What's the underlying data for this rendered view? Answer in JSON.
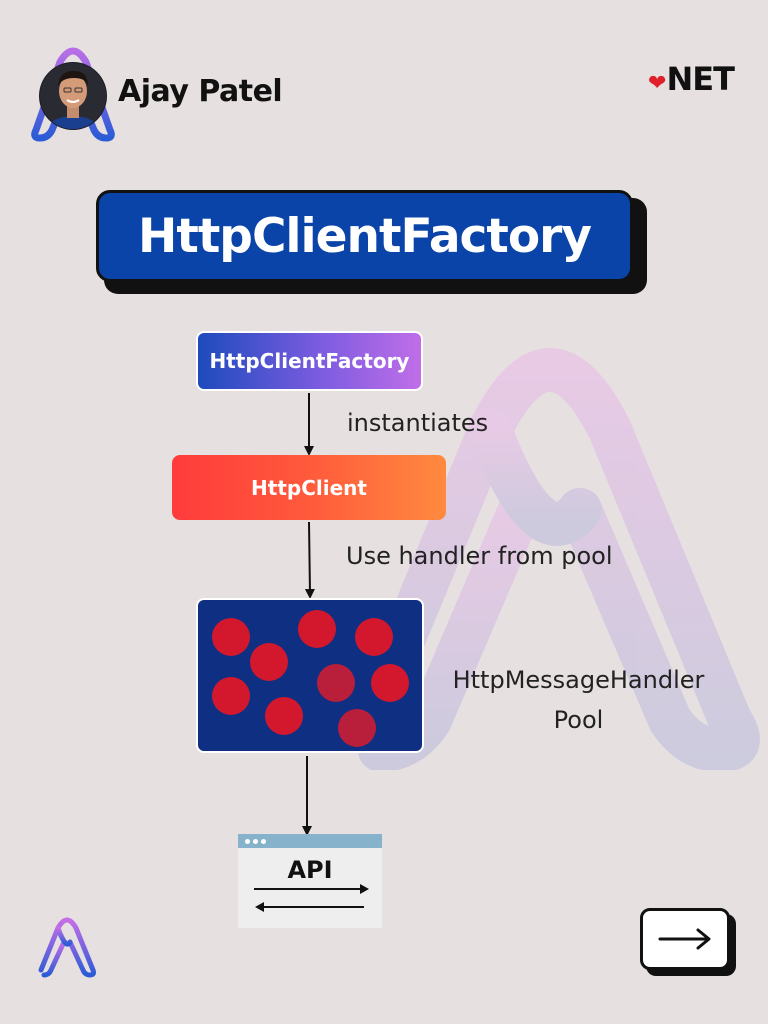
{
  "header": {
    "author_name": "Ajay Patel",
    "brand_text": "NET",
    "brand_heart_icon": "heart-icon"
  },
  "title": "HttpClientFactory",
  "diagram": {
    "nodes": {
      "factory": "HttpClientFactory",
      "client": "HttpClient",
      "api": "API"
    },
    "edges": {
      "instantiates": "instantiates",
      "use_handler": "Use handler from pool"
    },
    "pool_label": {
      "line1": "HttpMessageHandler",
      "line2": "Pool"
    }
  },
  "footer": {
    "next_icon": "arrow-right-icon",
    "logo_icon": "brand-logo-icon"
  },
  "colors": {
    "background": "#e6e1e0",
    "title_blue": "#0a44a8",
    "pool_navy": "#0f2f82",
    "handler_red": "#d3182e",
    "client_red": "#ff3b3b",
    "client_orange": "#ff8a3e",
    "factory_blue": "#1d4bbd",
    "factory_purple": "#c06ee8"
  }
}
